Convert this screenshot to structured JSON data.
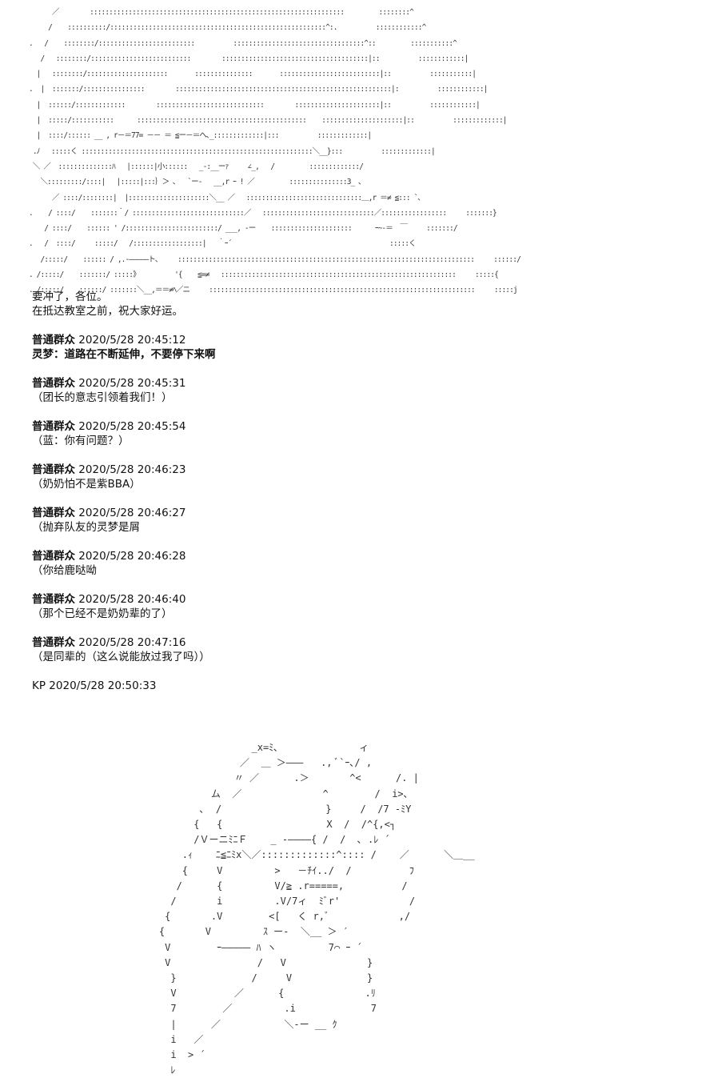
{
  "art_top": "      ／        ::::::::::::::::::::::::::::::::::::::::::::::::::::::::::::::::::         ::::::::^\n     /    ::::::::::/::::::::::::::::::::::::::::::::::::::::::::::::::::::::^:.          ::::::::::::^\n.   /    ::::::::/:::::::::::::::::::::::::          ::::::::::::::::::::::::::::::::::^::         :::::::::::^\n   /   ::::::::/::::::::::::::::::::::::::        ::::::::::::::::::::::::::::::::::::::|::          ::::::::::::|\n  |   ::::::::/:::::::::::::::::::::       :::::::::::::::       ::::::::::::::::::::::::::|::          :::::::::::|\n.  |  :::::::/::::::::::::::::        ::::::::::::::::::::::::::::::::::::::::::::::::::::::::|:          ::::::::::::|\n  |  ::::::/:::::::::::::        ::::::::::::::::::::::::::::        ::::::::::::::::::::::|::          ::::::::::::|\n  |  :::::/:::::::::::      ::::::::::::::::::::::::::::::::::::::::::::    :::::::::::::::::::::|::          :::::::::::::|\n  |  ::::/:::::: __ , r－＝77= －－ ＝ ≦ー－＝へ､_:::::::::::::|:::          :::::::::::::|\n .ﾉ   :::::く ::::::::::::::::::::::::::::::::::::::::::::::::::::::::::::＼__}:::          :::::::::::::|\n ＼ ／  ::::::::::::::ﾊ   |::::::|小::::::   _-:__ーｧ     ∠_,   /         :::::::::::::/\n   ＼:::::::::/::::|   |:::::|:::｝＞ ､   `ー-   __,r ｰ ! ／         :::::::::::::::3_ ､\n      ／ ::::/::::::::|  |:::::::::::::::::::::＼__ ／   ::::::::::::::::::::::::::::::＿,r ＝≠ ≦::: `､\n.    / ::::/    :::::::｀/ :::::::::::::::::::::::::::::／   :::::::::::::::::::::::::::::／:::::::::::::::::     :::::::}\n    / ::::/    :::::: ' /::::::::::::::::::::::::/ ___, -ー    :::::::::::::::::::::      ｰ~-＝  ￣     :::::::/\n.   /  ::::/     :::::/   /::::::::::::::::::|   ｀ｰ´                                         :::::く\n   /:::::/    :::::: / ,.-―――――ト､     :::::::::::::::::::::::::::::::::::::::::::::::::::::::::::::::::::::::::::::     ::::::/\n. /:::::/    :::::::/ :::::》         '{    ≦=≠   :::::::::::::::::::::::::::::::::::::::::::::::::::::::::::::     :::::{\n. /:::::/    ::::::/ :::::::＼__,＝＝≠ﾍ／ニ     :::::::::::::::::::::::::::::::::::::::::::::::::::::::::::::::::::::     :::::j",
  "art_bottom": "                    _x=ﾐ､              ィ\n                  ／  ＿ ＞―――   ., ﾞ`ｰ､/ ,\n                 〃 ／      .＞       ^<      /. |\n             ム  ／              ^        /  i>､\n           ､  /                  }     /  /7 -ﾐY\n          {   {                  X  /  /^{,<┐\n          /ＶーニﾐﾆＦ    _ -――――{ /  /  ､ .ﾚ ´\n        .ｨ    ﾆ≦ﾆﾐx＼／:::::::::::::^:::: /    ／      ＼＿__\n        {     V         >   －ﾁｲ../  /          ﾌ\n       /      {         V/≧ .r=====,          /\n      /       i         .V/7ィ  ﾐﾞr'            /\n     {       .V        <[   く r,ﾞ            ,/\n    {       V         ｽ ー-  ＼__ ＞ ′\n     V        ｰ――――― ﾊ ヽ         7⌒ ｰ ´\n     V               /   V              }\n      }             /     V             }\n      V          ／      {              .ﾘ\n      7        ／         .i             7\n      |      ／           ＼-ー __ ｸ\n      i   ／\n      i  > ´\n      ﾚ",
  "post_intro": {
    "line1": "要冲了，各位。",
    "line2": "在抵达教室之前，祝大家好运。"
  },
  "comments": [
    {
      "author": "普通群众",
      "time": "2020/5/28 20:45:12",
      "content": "灵梦：道路在不断延伸，不要停下来啊"
    },
    {
      "author": "普通群众",
      "time": "2020/5/28 20:45:31",
      "content": "（团长的意志引领着我们！）"
    },
    {
      "author": "普通群众",
      "time": "2020/5/28 20:45:54",
      "content": "（蓝：你有问题？）"
    },
    {
      "author": "普通群众",
      "time": "2020/5/28 20:46:23",
      "content": "（奶奶怕不是紫BBA）"
    },
    {
      "author": "普通群众",
      "time": "2020/5/28 20:46:27",
      "content": "（抛弃队友的灵梦是屑"
    },
    {
      "author": "普通群众",
      "time": "2020/5/28 20:46:28",
      "content": "（你给鹿哒呦"
    },
    {
      "author": "普通群众",
      "time": "2020/5/28 20:46:40",
      "content": "（那个已经不是奶奶辈的了）"
    },
    {
      "author": "普通群众",
      "time": "2020/5/28 20:47:16",
      "content": "（是同辈的（这么说能放过我了吗））"
    }
  ],
  "kp": {
    "author": "KP",
    "time": "2020/5/28 20:50:33"
  }
}
